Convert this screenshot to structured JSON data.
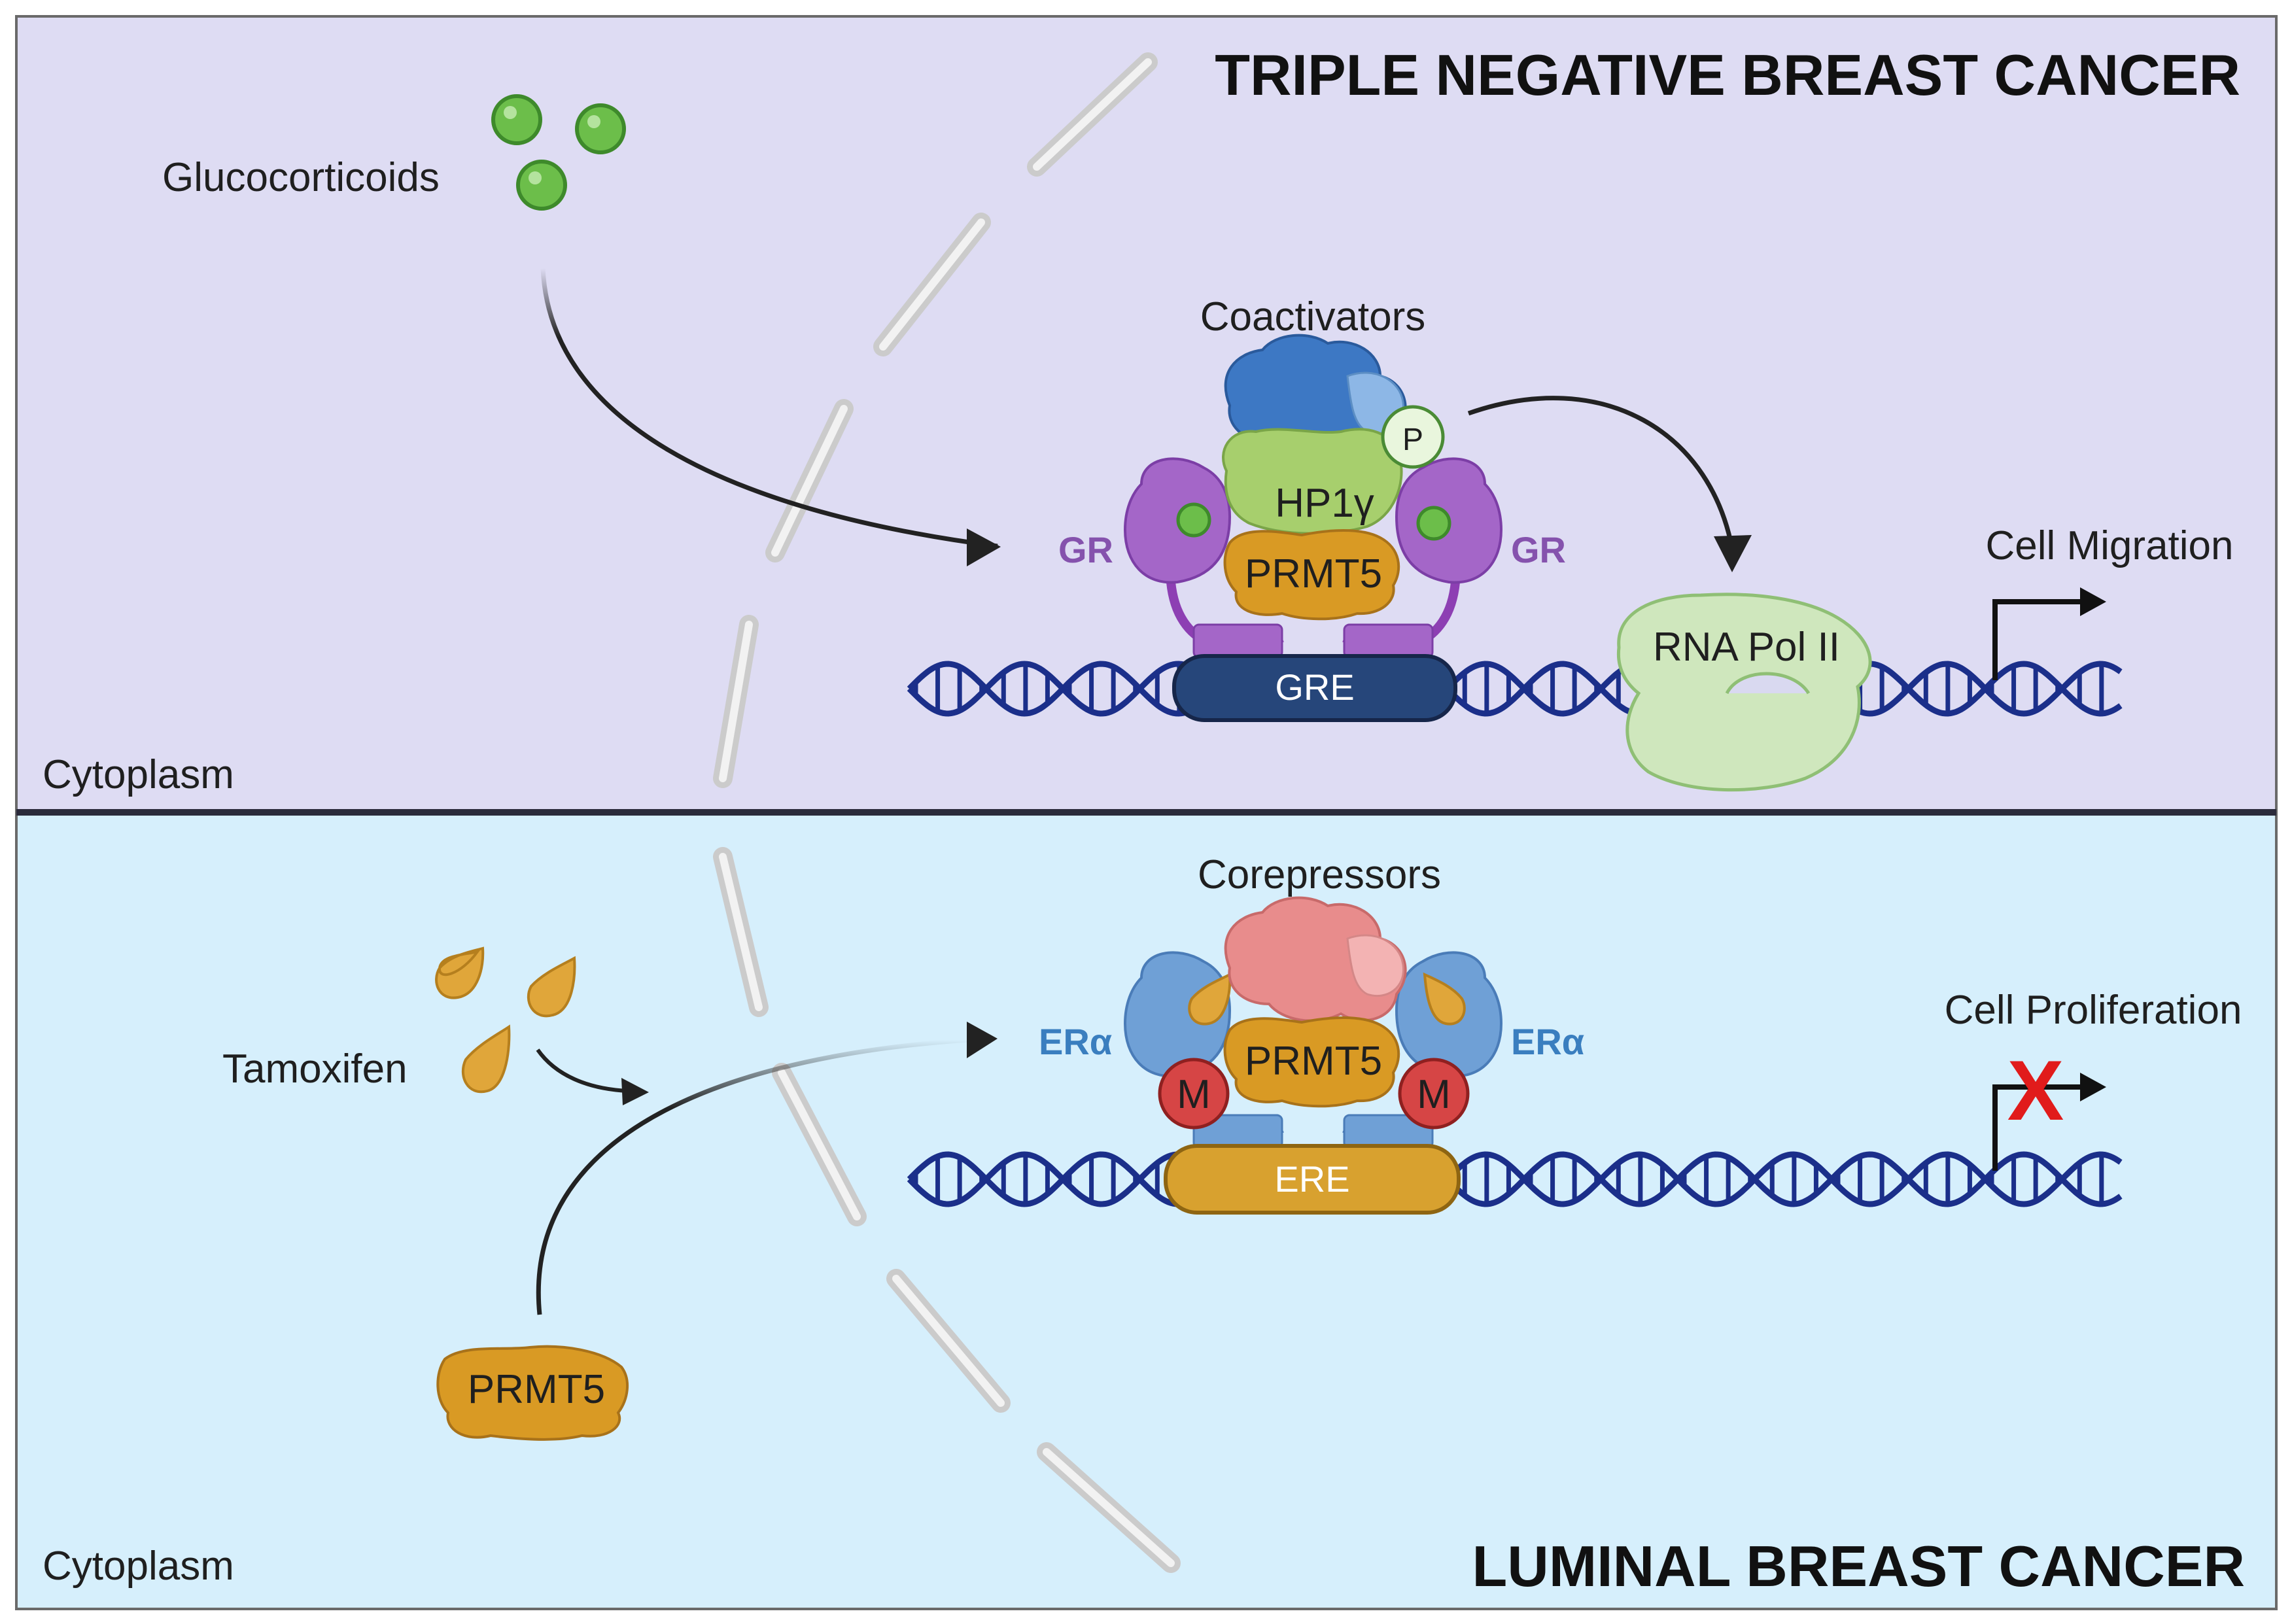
{
  "panels": {
    "top": {
      "title": "TRIPLE NEGATIVE BREAST CANCER",
      "cytoplasm": "Cytoplasm",
      "ligand": "Glucocorticoids",
      "complex": "Coactivators",
      "hp1": "HP1γ",
      "phospho": "P",
      "receptor_left": "GR",
      "receptor_right": "GR",
      "prmt5": "PRMT5",
      "element": "GRE",
      "polymerase": "RNA Pol II",
      "outcome": "Cell Migration"
    },
    "bottom": {
      "title": "LUMINAL BREAST CANCER",
      "cytoplasm": "Cytoplasm",
      "ligand": "Tamoxifen",
      "complex": "Corepressors",
      "receptor_left": "ERα",
      "receptor_right": "ERα",
      "methyl_left": "M",
      "methyl_right": "M",
      "prmt5": "PRMT5",
      "element": "ERE",
      "free_prmt5": "PRMT5",
      "outcome": "Cell Proliferation",
      "block_mark": "X"
    }
  },
  "colors": {
    "top_bg": "#dedcf3",
    "bottom_bg": "#d6effc",
    "membrane": "#cbcbcb",
    "dna": "#1b2f8a",
    "gr": "#a466c8",
    "er": "#6fa0d6",
    "prmt5": "#d99a24",
    "hp1": "#a7cf6d",
    "coactivator": "#3d78c4",
    "corepressor": "#e88c8c",
    "pol2": "#cfe7bd",
    "gre": "#26467a",
    "ere": "#d8a12f",
    "methyl": "#d64545",
    "block": "#e11b1b"
  }
}
